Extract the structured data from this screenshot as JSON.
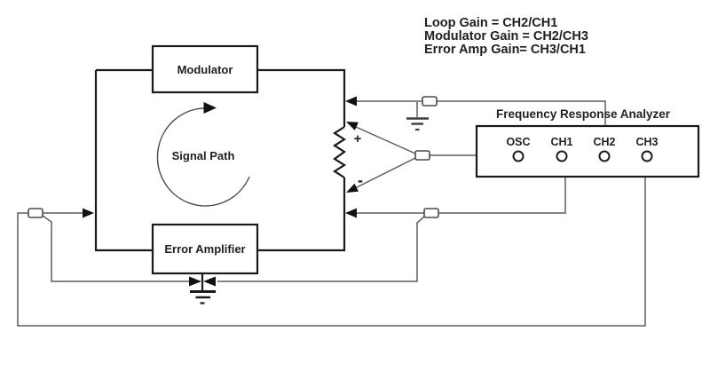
{
  "equations": {
    "line1": "Loop Gain = CH2/CH1",
    "line2": "Modulator Gain = CH2/CH3",
    "line3": "Error Amp Gain= CH3/CH1"
  },
  "loop": {
    "modulator_label": "Modulator",
    "error_amplifier_label": "Error Amplifier",
    "signal_path_label": "Signal Path",
    "injection_plus": "+",
    "injection_minus": "-"
  },
  "analyzer": {
    "title": "Frequency Response Analyzer",
    "terminals": [
      {
        "label": "OSC"
      },
      {
        "label": "CH1"
      },
      {
        "label": "CH2"
      },
      {
        "label": "CH3"
      }
    ]
  },
  "colors": {
    "background": "#ffffff",
    "loop_line": "#1a1a1a",
    "probe_line": "#5d5d5d",
    "arrow_fill": "#111111",
    "text": "#1f1f1f"
  }
}
